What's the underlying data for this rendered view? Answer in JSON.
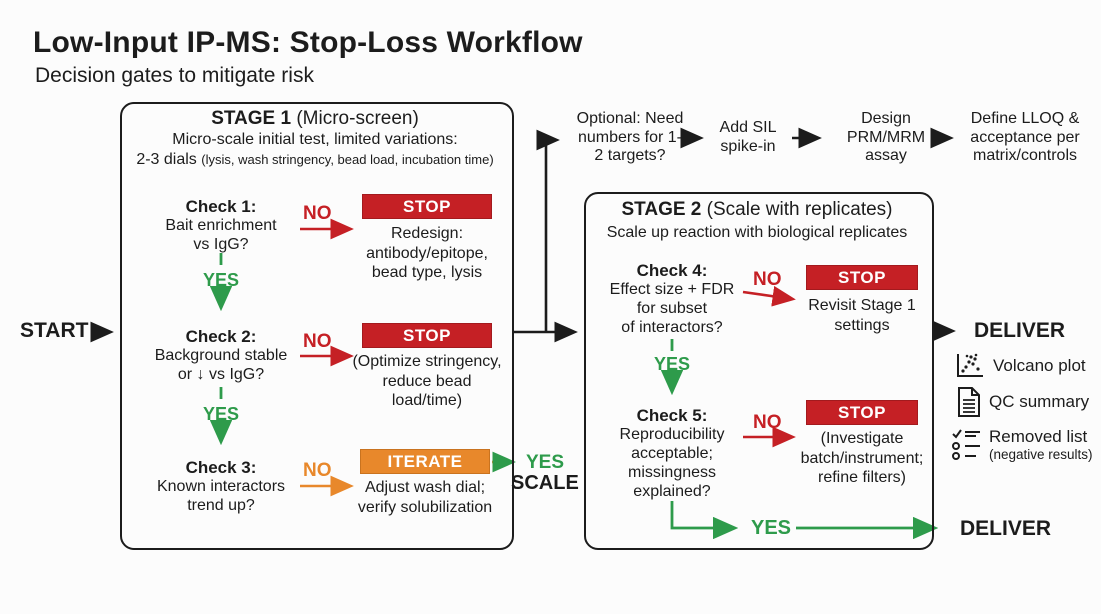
{
  "title": "Low-Input IP-MS: Stop-Loss Workflow",
  "subtitle": "Decision gates to mitigate risk",
  "start_label": "START",
  "colors": {
    "red": "#c52025",
    "orange": "#e8882b",
    "green": "#2e9b4b",
    "ink": "#1c1c1c",
    "stop_text": "#ffffff"
  },
  "stage1": {
    "title": "STAGE 1",
    "title_suffix": " (Micro-screen)",
    "subtitle": "Micro-scale initial test, limited variations:",
    "subtitle2": "2-3 dials ",
    "subtitle2_small": "(lysis, wash stringency, bead load, incubation time)",
    "checks": [
      {
        "name": "Check 1:",
        "lines": [
          "Bait enrichment",
          "vs IgG?"
        ],
        "no": "NO",
        "yes": "YES",
        "stop": "STOP",
        "action": [
          "Redesign:",
          "antibody/epitope,",
          "bead type, lysis"
        ]
      },
      {
        "name": "Check 2:",
        "lines": [
          "Background stable",
          "or ↓ vs IgG?"
        ],
        "no": "NO",
        "yes": "YES",
        "stop": "STOP",
        "action": [
          "(Optimize stringency,",
          "reduce bead",
          "load/time)"
        ]
      },
      {
        "name": "Check 3:",
        "lines": [
          "Known interactors",
          "trend up?"
        ],
        "no": "NO",
        "stop": "ITERATE",
        "action": [
          "Adjust wash dial;",
          "verify solubilization"
        ]
      }
    ]
  },
  "scale_gate": {
    "yes": "YES",
    "scale": "SCALE"
  },
  "optional_path": {
    "step1": [
      "Optional: Need",
      "numbers for 1-",
      "2 targets?"
    ],
    "step2": [
      "Add SIL",
      "spike-in"
    ],
    "step3": [
      "Design",
      "PRM/MRM",
      "assay"
    ],
    "step4": [
      "Define LLOQ &",
      "acceptance per",
      "matrix/controls"
    ]
  },
  "stage2": {
    "title": "STAGE 2",
    "title_suffix": " (Scale with replicates)",
    "subtitle": "Scale up reaction with biological replicates",
    "checks": [
      {
        "name": "Check 4:",
        "lines": [
          "Effect size + FDR",
          "for subset",
          "of interactors?"
        ],
        "no": "NO",
        "yes": "YES",
        "stop": "STOP",
        "action": [
          "Revisit Stage 1",
          "settings"
        ]
      },
      {
        "name": "Check 5:",
        "lines": [
          "Reproducibility",
          "acceptable;",
          "missingness",
          "explained?"
        ],
        "no": "NO",
        "stop": "STOP",
        "action": [
          "(Investigate",
          "batch/instrument;",
          "refine filters)"
        ]
      }
    ],
    "final_yes": "YES",
    "final_deliver": "DELIVER"
  },
  "deliverables": {
    "title": "DELIVER",
    "items": [
      {
        "icon": "volcano-plot-icon",
        "label": "Volcano plot"
      },
      {
        "icon": "qc-summary-icon",
        "label": "QC summary"
      },
      {
        "icon": "removed-list-icon",
        "label": "Removed list",
        "sublabel": "(negative results)"
      }
    ]
  }
}
